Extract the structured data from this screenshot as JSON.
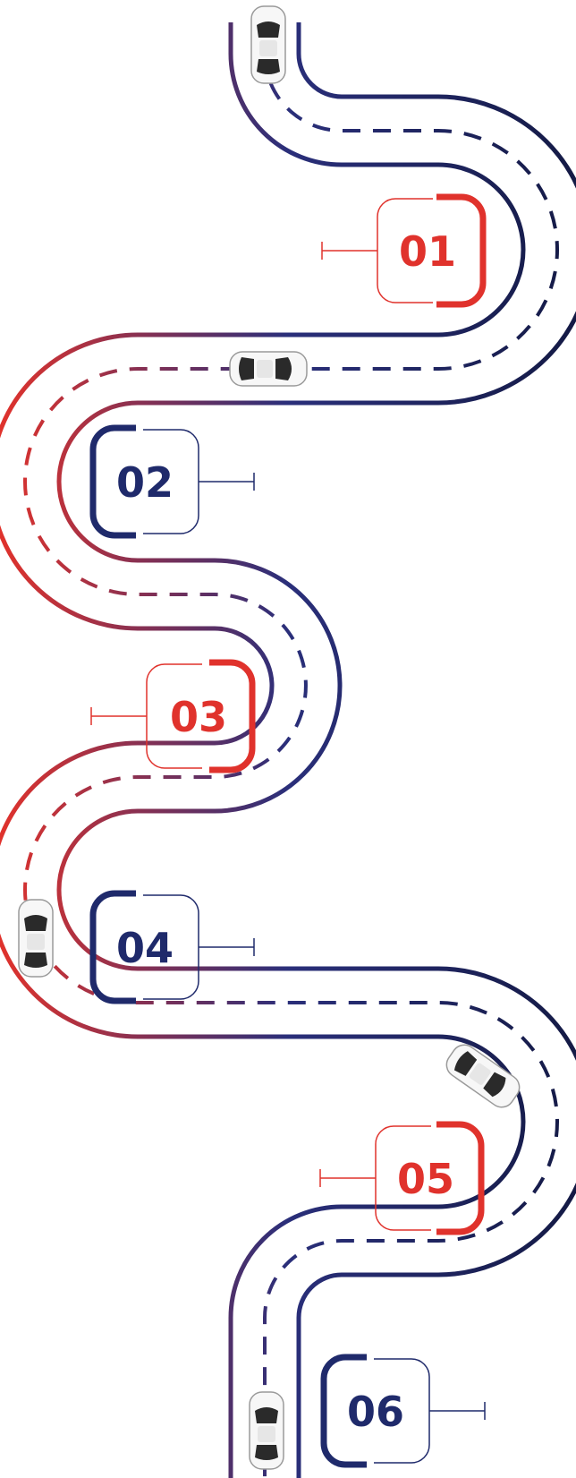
{
  "colors": {
    "red": "#e0322c",
    "navy": "#1f2a6b",
    "dark_navy": "#141a45",
    "car_body": "#f7f7f7",
    "car_glass": "#2a2a2a"
  },
  "steps": [
    {
      "label": "01",
      "color": "#e0322c"
    },
    {
      "label": "02",
      "color": "#1f2a6b"
    },
    {
      "label": "03",
      "color": "#e0322c"
    },
    {
      "label": "04",
      "color": "#1f2a6b"
    },
    {
      "label": "05",
      "color": "#e0322c"
    },
    {
      "label": "06",
      "color": "#1f2a6b"
    }
  ],
  "icons": {
    "car": "car-top-view-icon"
  }
}
